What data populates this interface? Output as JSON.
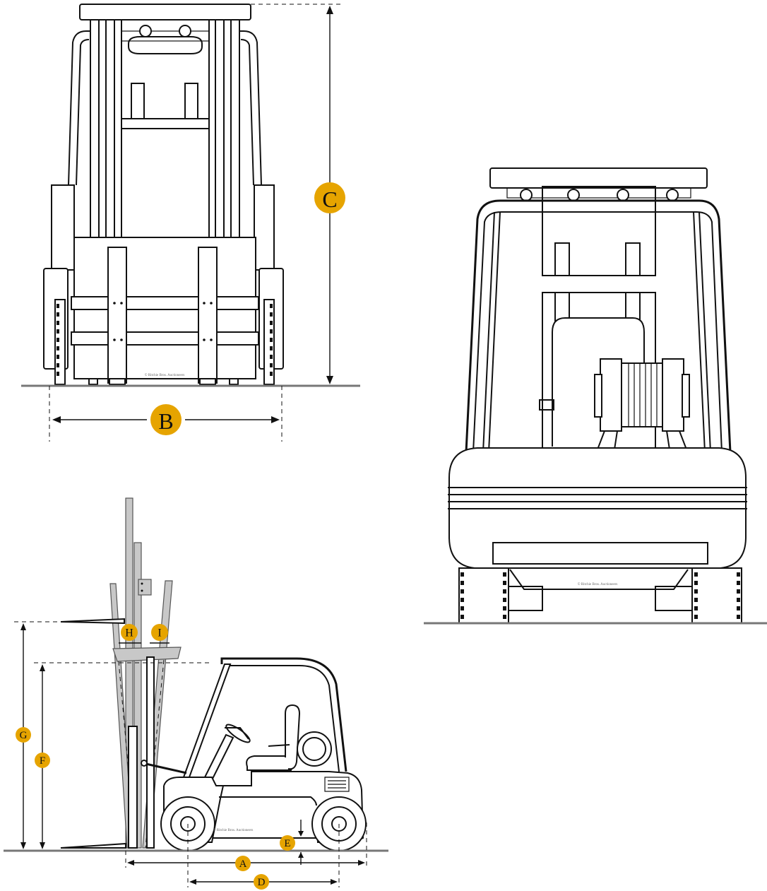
{
  "colors": {
    "badge": "#e6a400",
    "line": "#111111",
    "ground": "#777777",
    "mast_grey": "#c8c8c8"
  },
  "views": {
    "front": {
      "dimension_labels": {
        "width": "B",
        "height": "C"
      },
      "watermark": "© Ritchie Bros. Auctioneers"
    },
    "rear": {
      "watermark": "© Ritchie Bros. Auctioneers"
    },
    "side": {
      "dimension_labels": {
        "overall_length": "A",
        "wheelbase": "D",
        "ground_clearance": "E",
        "lowered_height": "F",
        "overhead_guard_height": "G",
        "tilt_forward": "H",
        "tilt_back": "I"
      },
      "watermark": "© Ritchie Bros. Auctioneers"
    }
  }
}
